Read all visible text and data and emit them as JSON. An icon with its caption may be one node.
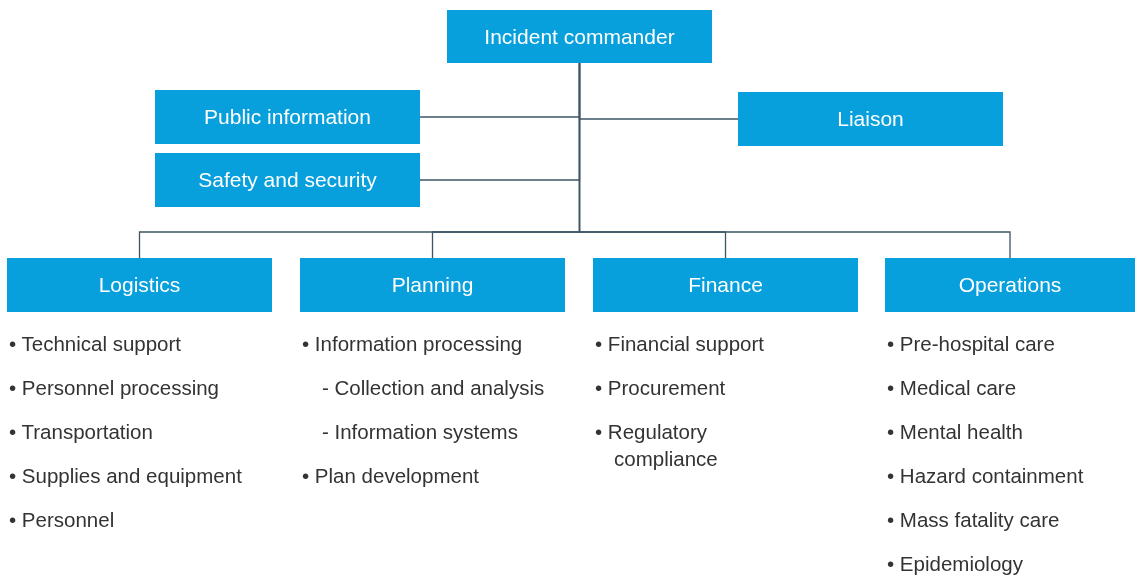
{
  "diagram": {
    "nodes": [
      {
        "text": [
          "Incident commander"
        ]
      },
      {
        "text": [
          "Public information"
        ]
      },
      {
        "text": [
          "Liaison"
        ]
      },
      {
        "text": [
          "Safety and security"
        ]
      },
      {
        "text": [
          "Logistics"
        ],
        "beside": [
          "• Technical support",
          "• Personnel processing",
          "• Transportation",
          "• Supplies and equipment",
          "• Personnel"
        ]
      },
      {
        "text": [
          "Planning"
        ],
        "beside": [
          "• Information processing",
          "- Collection and analysis",
          "- Information systems",
          "• Plan development"
        ]
      },
      {
        "text": [
          "Finance"
        ],
        "beside": [
          "• Financial support",
          "• Procurement",
          "• Regulatory compliance"
        ]
      },
      {
        "text": [
          "Operations"
        ],
        "beside": [
          "• Pre-hospital care",
          "• Medical care",
          "• Mental health",
          "• Hazard containment",
          "• Mass fatality care",
          "• Epidemiology"
        ]
      }
    ],
    "edges": [
      {
        "from": 0,
        "to": 1,
        "arrow": "none"
      },
      {
        "from": 0,
        "to": 2,
        "arrow": "none"
      },
      {
        "from": 0,
        "to": 3,
        "arrow": "none"
      },
      {
        "from": 0,
        "to": 4,
        "arrow": "none"
      },
      {
        "from": 0,
        "to": 5,
        "arrow": "none"
      },
      {
        "from": 0,
        "to": 6,
        "arrow": "none"
      },
      {
        "from": 0,
        "to": 7,
        "arrow": "none"
      }
    ]
  }
}
